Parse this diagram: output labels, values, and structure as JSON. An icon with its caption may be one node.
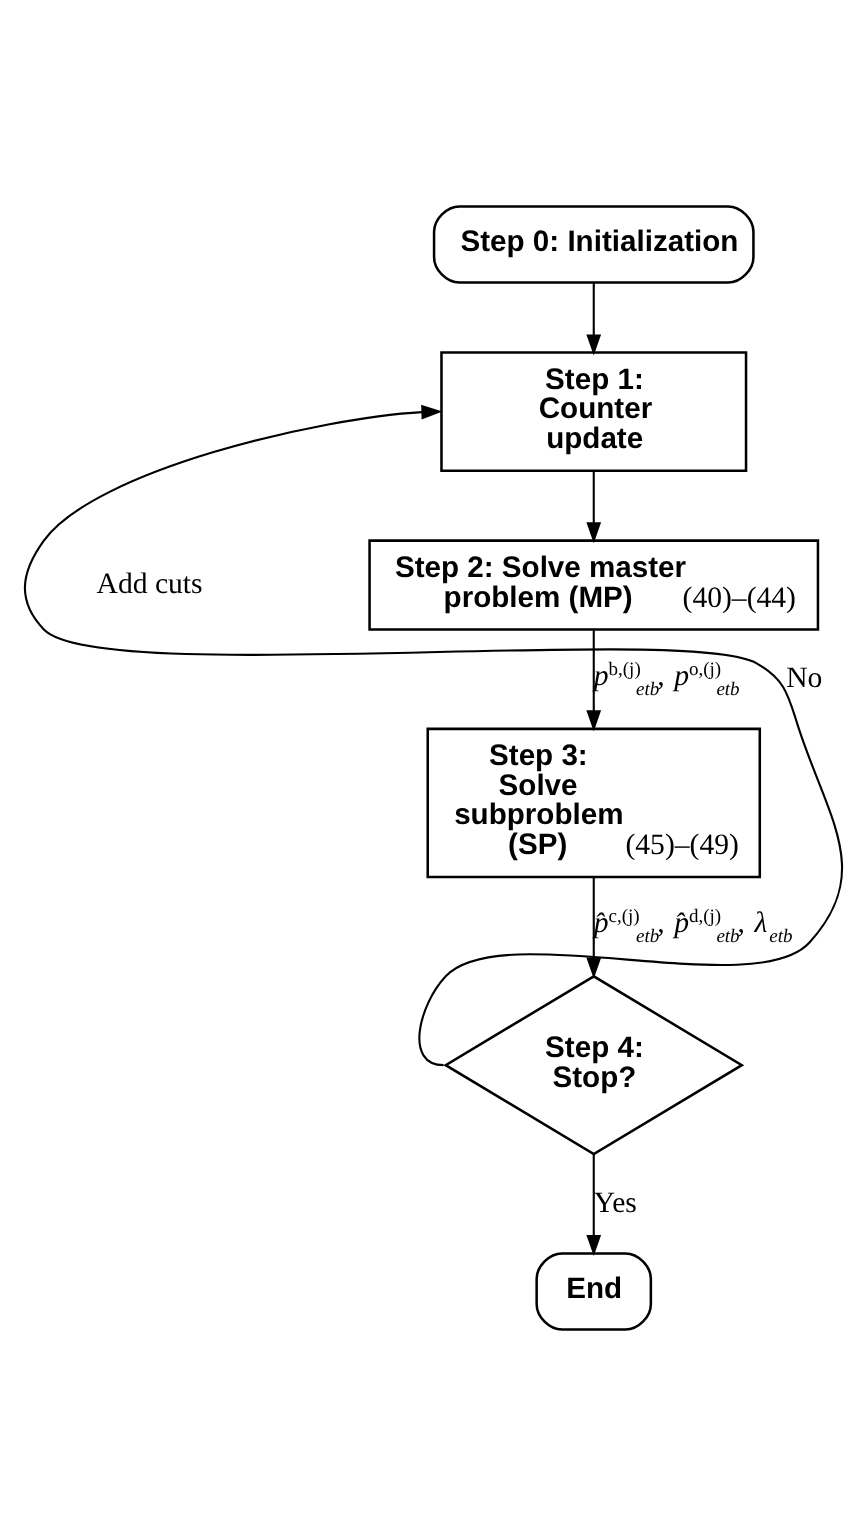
{
  "diagram": {
    "nodes": [
      {
        "text": [
          "Step 0: Initialization"
        ]
      },
      {
        "text": [
          "Step 1: Counter update"
        ]
      },
      {
        "text": [
          "**Step 2: Solve master problem (MP)** (40)–(44)"
        ]
      },
      {
        "text": [
          "**Step 3: Solve subproblem (SP)** (45)–(49)"
        ]
      },
      {
        "text": [
          "Step 4: Stop?"
        ]
      },
      {
        "text": [
          "End"
        ]
      }
    ],
    "edges": [
      {
        "from": 0,
        "to": 1,
        "arrow": "to"
      },
      {
        "from": 1,
        "to": 2,
        "arrow": "to"
      },
      {
        "from": 2,
        "to": 3,
        "arrow": "to",
        "label": "*p*$^{b,(j)}$$_{etb}$, *p*$^{o,(j)}$$_{etb}$"
      },
      {
        "from": 3,
        "to": 4,
        "arrow": "to",
        "label": "*p̂*$^{c,(j)}$$_{etb}$, *p̂*$^{d,(j)}$$_{etb}$, *λ*$_{etb}$"
      },
      {
        "from": 4,
        "to": 1,
        "arrow": "to",
        "label": "No"
      },
      {
        "from": 4,
        "to": 5,
        "arrow": "to",
        "label": "Yes"
      }
    ],
    "labels": [
      "Add cuts"
    ]
  }
}
